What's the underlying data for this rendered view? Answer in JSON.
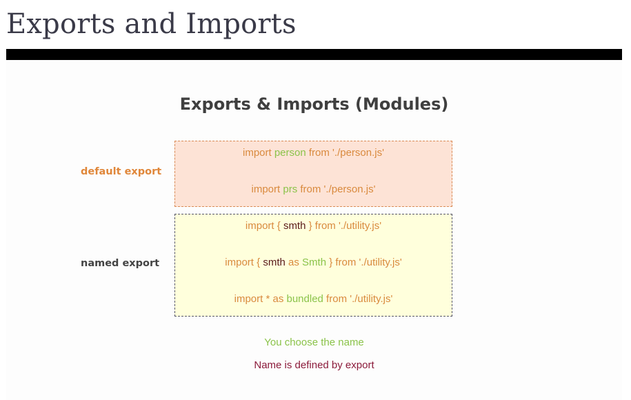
{
  "page": {
    "title": "Exports and Imports"
  },
  "slide": {
    "heading": "Exports & Imports (Modules)",
    "default_export": {
      "label": "default export",
      "lines": [
        [
          {
            "text": "import ",
            "role": "keyword"
          },
          {
            "text": "person",
            "role": "chosen"
          },
          {
            "text": " from './person.js'",
            "role": "keyword"
          }
        ],
        [
          {
            "text": "import ",
            "role": "keyword"
          },
          {
            "text": "prs",
            "role": "chosen"
          },
          {
            "text": " from './person.js'",
            "role": "keyword"
          }
        ]
      ]
    },
    "named_export": {
      "label": "named export",
      "lines": [
        [
          {
            "text": "import { ",
            "role": "keyword"
          },
          {
            "text": "smth",
            "role": "defined"
          },
          {
            "text": " } from './utility.js'",
            "role": "keyword"
          }
        ],
        [
          {
            "text": "import { ",
            "role": "keyword"
          },
          {
            "text": "smth",
            "role": "defined"
          },
          {
            "text": " as ",
            "role": "keyword"
          },
          {
            "text": "Smth",
            "role": "chosen"
          },
          {
            "text": " } from './utility.js'",
            "role": "keyword"
          }
        ],
        [
          {
            "text": "import * as ",
            "role": "keyword"
          },
          {
            "text": "bundled",
            "role": "chosen"
          },
          {
            "text": " from './utility.js'",
            "role": "keyword"
          }
        ]
      ]
    },
    "legend": {
      "chosen": "You choose the name",
      "defined": "Name is defined by export"
    }
  },
  "colors": {
    "keyword": "#d98a3e",
    "chosen": "#8bc34a",
    "defined": "#5a1a1a",
    "legend_defined": "#8b1a3a",
    "default_label": "#e0873a",
    "named_label": "#444444",
    "default_box_bg": "#fde3d6",
    "named_box_bg": "#ffffdc"
  }
}
